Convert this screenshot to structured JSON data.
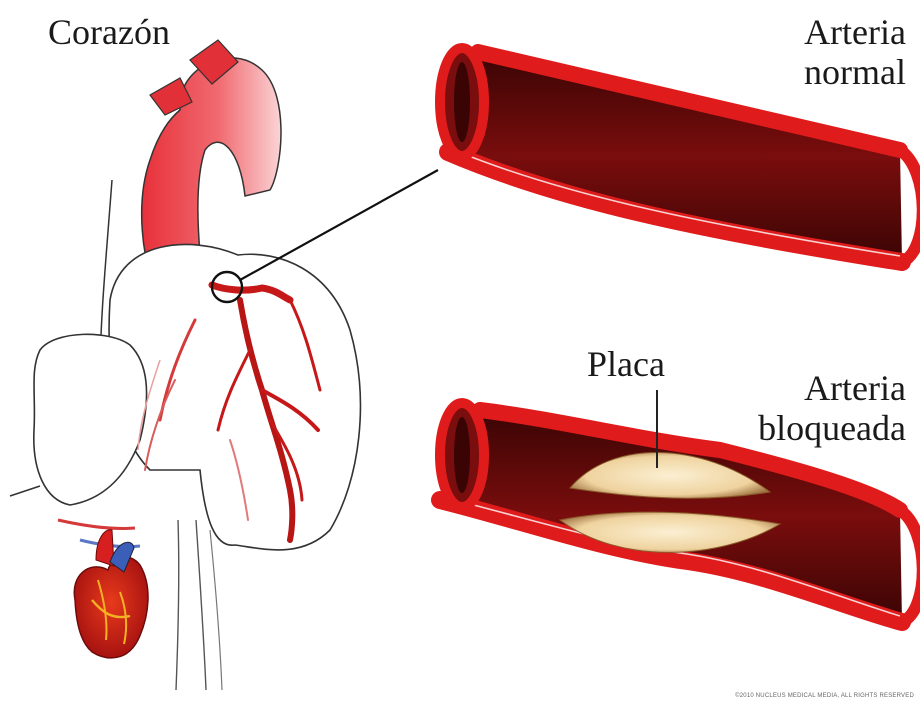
{
  "labels": {
    "heart": "Corazón",
    "normal_artery": "Arteria\nnormal",
    "blocked_artery": "Arteria\nbloqueada",
    "plaque": "Placa"
  },
  "copyright": "©2010 NUCLEUS MEDICAL MEDIA, ALL RIGHTS RESERVED",
  "colors": {
    "artery_red": "#e01b1b",
    "lumen_dark": "#5a0808",
    "plaque": "#f3dcae",
    "outline": "#333333"
  }
}
